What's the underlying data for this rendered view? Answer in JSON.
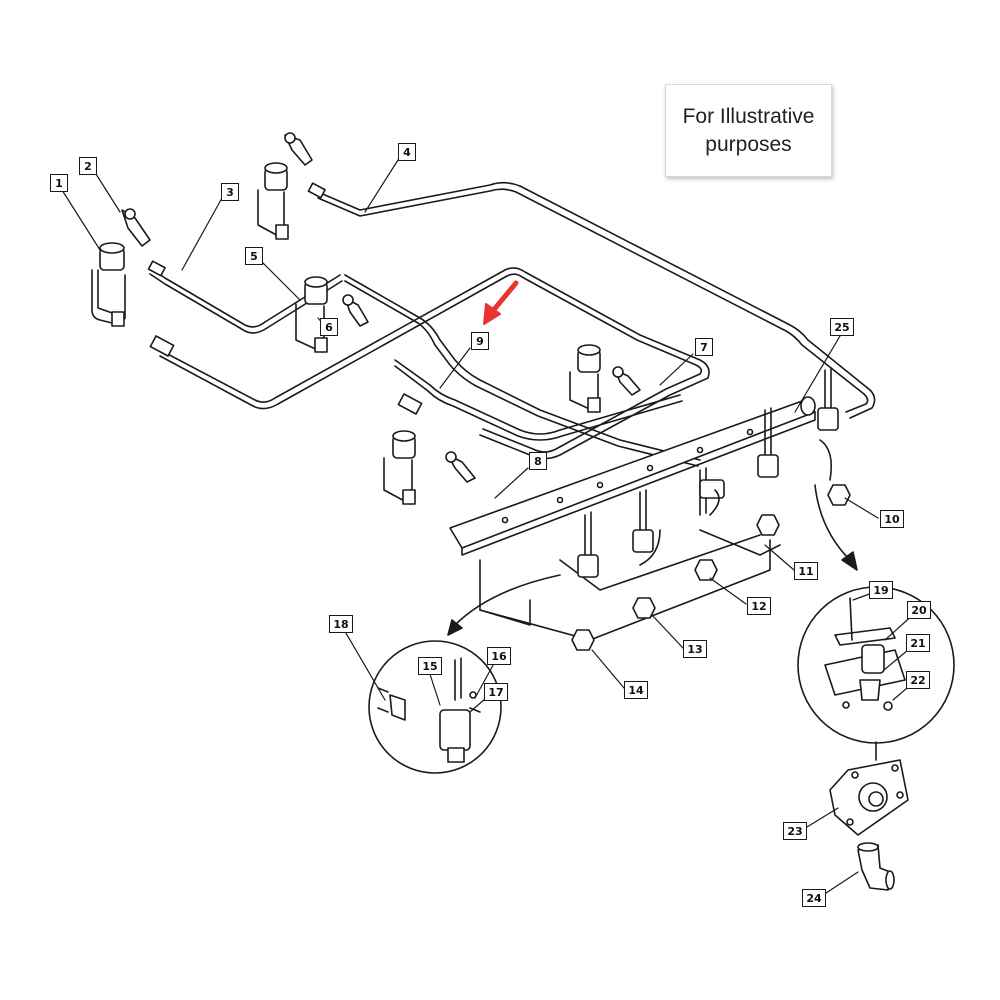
{
  "note": {
    "text": "For Illustrative\npurposes"
  },
  "part_numbers": [
    "1",
    "2",
    "3",
    "4",
    "5",
    "6",
    "7",
    "8",
    "9",
    "10",
    "11",
    "12",
    "13",
    "14",
    "15",
    "16",
    "17",
    "18",
    "19",
    "20",
    "21",
    "22",
    "23",
    "24",
    "25"
  ],
  "colors": {
    "line": "#1a1a1a",
    "highlight_arrow": "#e8332e",
    "background": "#ffffff"
  }
}
